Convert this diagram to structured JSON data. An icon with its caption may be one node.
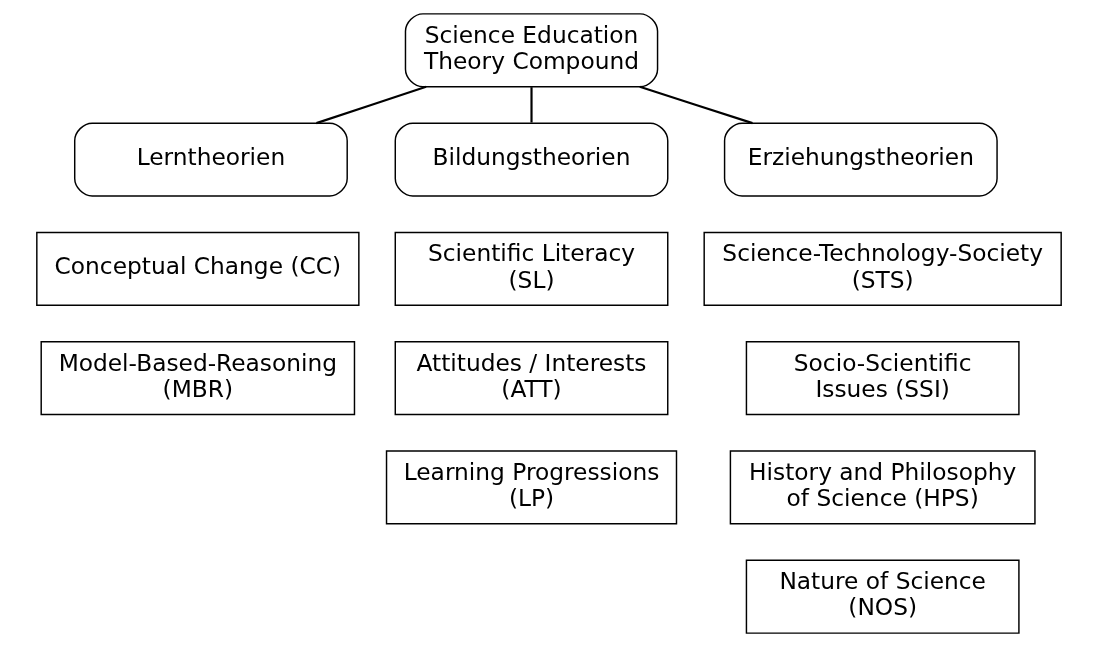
{
  "diagram": {
    "nodes": [
      {
        "text": [
          "Science Education Theory Compound"
        ]
      },
      {
        "text": [
          "Lerntheorien"
        ]
      },
      {
        "text": [
          "Bildungstheorien"
        ]
      },
      {
        "text": [
          "Erziehungstheorien"
        ]
      },
      {
        "text": [
          "Conceptual Change (CC)"
        ]
      },
      {
        "text": [
          "Model-Based-Reasoning (MBR)"
        ]
      },
      {
        "text": [
          "Scientific Literacy (SL)"
        ]
      },
      {
        "text": [
          "Attitudes / Interests (ATT)"
        ]
      },
      {
        "text": [
          "Learning Progressions (LP)"
        ]
      },
      {
        "text": [
          "Science-Technology-Society (STS)"
        ]
      },
      {
        "text": [
          "Socio-Scientific Issues (SSI)"
        ]
      },
      {
        "text": [
          "History and Philosophy of Science (HPS)"
        ]
      },
      {
        "text": [
          "Nature of Science (NOS)"
        ]
      }
    ],
    "edges": [
      {
        "from": 0,
        "to": 1,
        "arrow": "none"
      },
      {
        "from": 0,
        "to": 2,
        "arrow": "none"
      },
      {
        "from": 0,
        "to": 3,
        "arrow": "none"
      }
    ]
  }
}
